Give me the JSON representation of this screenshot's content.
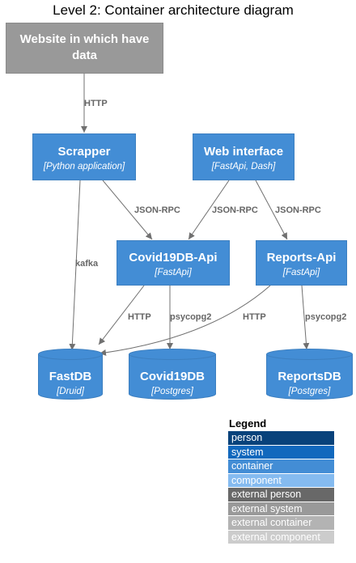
{
  "title": "Level 2: Container architecture diagram",
  "nodes": {
    "website": {
      "name": "Website in which have data"
    },
    "scrapper": {
      "name": "Scrapper",
      "tech": "[Python application]"
    },
    "web_interface": {
      "name": "Web interface",
      "tech": "[FastApi, Dash]"
    },
    "covid_api": {
      "name": "Covid19DB-Api",
      "tech": "[FastApi]"
    },
    "reports_api": {
      "name": "Reports-Api",
      "tech": "[FastApi]"
    },
    "fastdb": {
      "name": "FastDB",
      "tech": "[Druid]"
    },
    "covid_db": {
      "name": "Covid19DB",
      "tech": "[Postgres]"
    },
    "reports_db": {
      "name": "ReportsDB",
      "tech": "[Postgres]"
    }
  },
  "edges": {
    "website_scrapper": "HTTP",
    "scrapper_covid_api": "JSON-RPC",
    "web_covid_api": "JSON-RPC",
    "web_reports_api": "JSON-RPC",
    "scrapper_fastdb": "kafka",
    "covid_api_fastdb": "HTTP",
    "covid_api_covid_db": "psycopg2",
    "reports_api_fastdb": "HTTP",
    "reports_api_reports_db": "psycopg2"
  },
  "legend": {
    "title": "Legend",
    "items": [
      {
        "label": "person",
        "color": "#08427b"
      },
      {
        "label": "system",
        "color": "#1168bd"
      },
      {
        "label": "container",
        "color": "#438dd5"
      },
      {
        "label": "component",
        "color": "#85bbf0"
      },
      {
        "label": "external person",
        "color": "#686868"
      },
      {
        "label": "external system",
        "color": "#999999"
      },
      {
        "label": "external container",
        "color": "#b3b3b3"
      },
      {
        "label": "external component",
        "color": "#cccccc"
      }
    ]
  },
  "colors": {
    "container": "#438dd5",
    "external_system": "#999999",
    "edge": "#707070",
    "edge_label": "#666666"
  }
}
